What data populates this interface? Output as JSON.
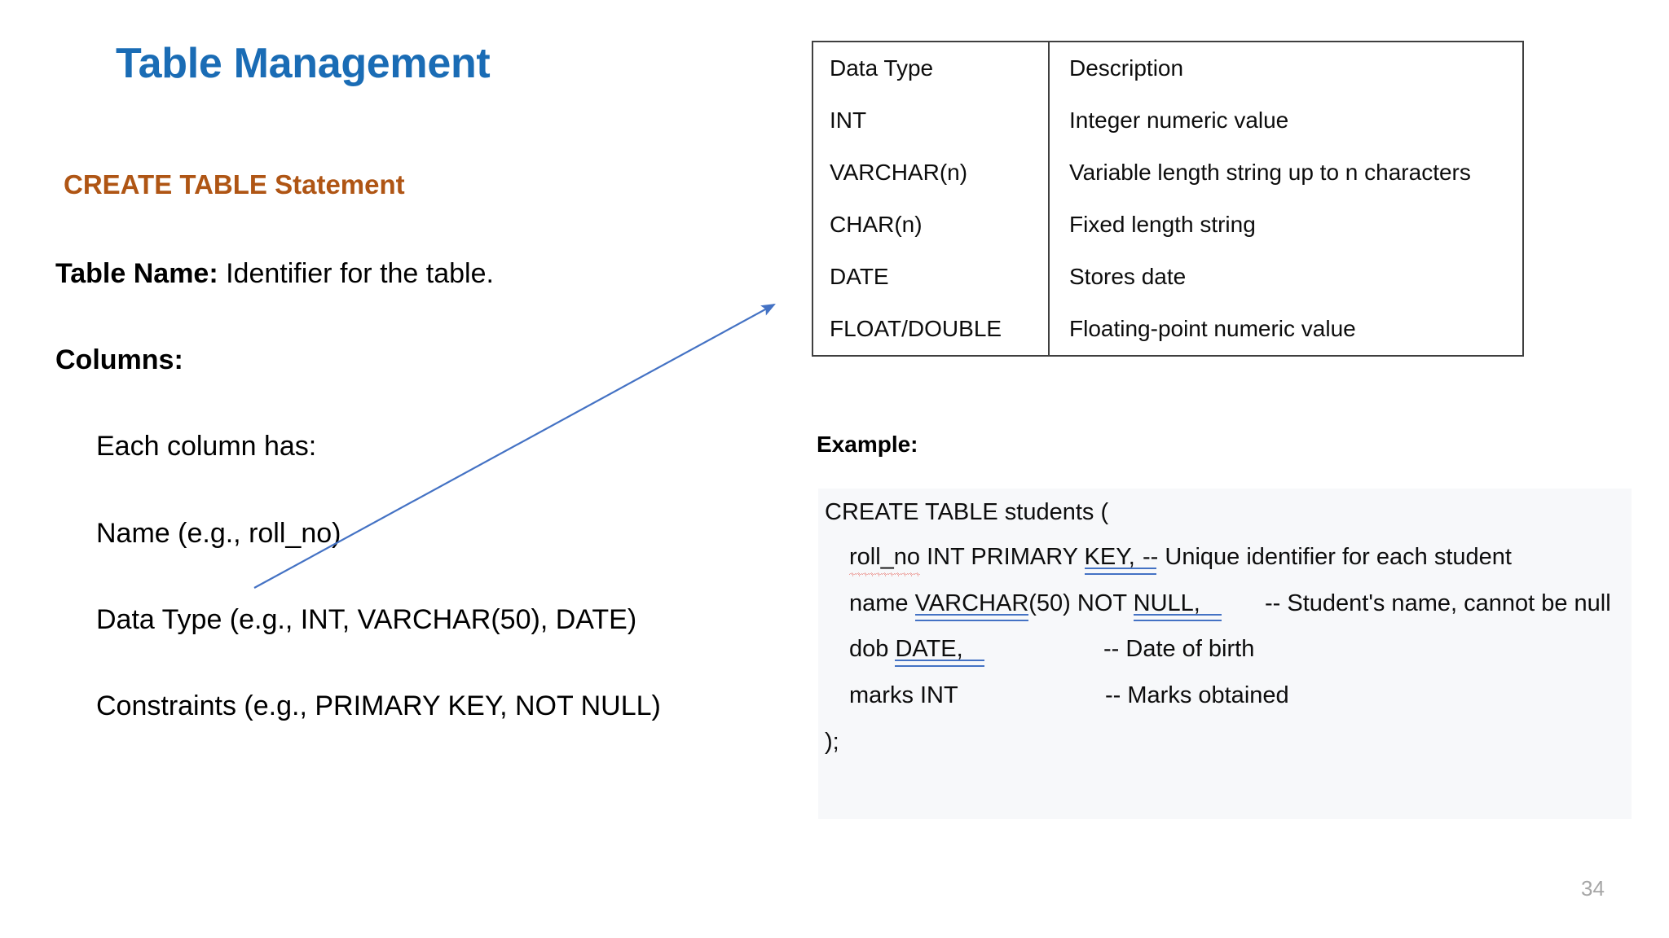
{
  "slide": {
    "title": "Table Management",
    "page_number": "34",
    "accent_title_color": "#1A6CB5",
    "accent_subhead_color": "#AF5514",
    "code_block_bg": "#F7F8FA",
    "connector_color": "#4472C4"
  },
  "left": {
    "subheading": "CREATE TABLE Statement",
    "table_name_label": "Table Name:",
    "table_name_text": " Identifier for the table.",
    "columns_label": "Columns:",
    "bullets": [
      "Each column has:",
      "Name (e.g., roll_no)",
      "Data Type (e.g., INT, VARCHAR(50), DATE)",
      "Constraints (e.g., PRIMARY KEY, NOT NULL)"
    ]
  },
  "datatype_table": {
    "headers": [
      "Data Type",
      "Description"
    ],
    "rows": [
      [
        "INT",
        "Integer numeric value"
      ],
      [
        "VARCHAR(n)",
        "Variable length string up to n characters"
      ],
      [
        "CHAR(n)",
        "Fixed length string"
      ],
      [
        "DATE",
        "Stores date"
      ],
      [
        "FLOAT/DOUBLE",
        "Floating-point numeric value"
      ]
    ]
  },
  "example": {
    "label": "Example:",
    "code": {
      "line0": "CREATE TABLE students (",
      "line1_a": "roll_no",
      "line1_b": " INT PRIMARY ",
      "line1_c": "KEY,",
      "line1_comment": "-- Unique identifier for each student",
      "line2_a": "name ",
      "line2_b": "VARCHAR",
      "line2_c": "(50) NOT ",
      "line2_d": "NULL,",
      "line2_comment": "-- Student's name, cannot be null",
      "line3_a": "dob ",
      "line3_b": "DATE,",
      "line3_comment": "-- Date of birth",
      "line4_a": "marks INT",
      "line4_comment": "-- Marks obtained",
      "line5": ");"
    }
  }
}
